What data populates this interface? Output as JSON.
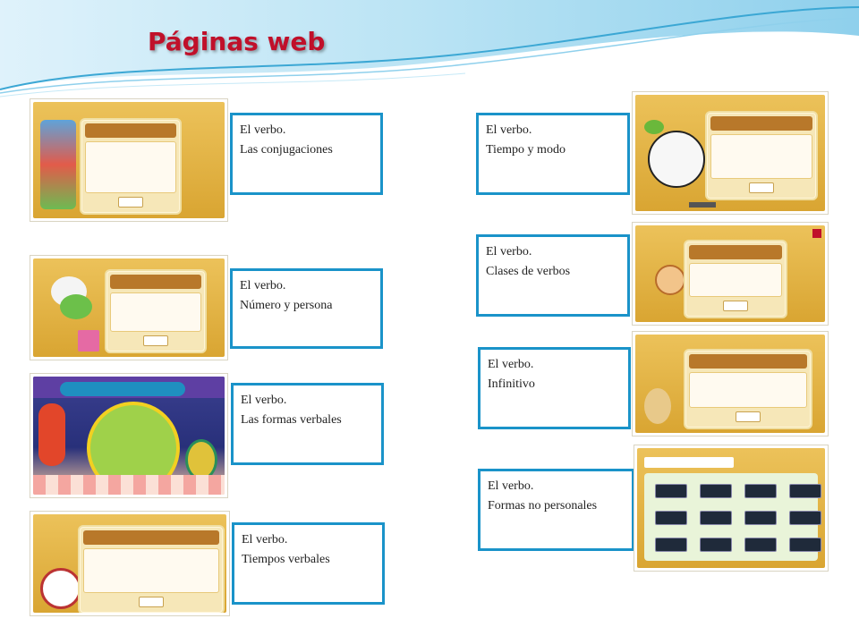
{
  "title": "Páginas web",
  "accent_color": "#1a93c9",
  "title_color": "#c0102a",
  "left_column": [
    {
      "line1": "El verbo.",
      "line2": "Las conjugaciones"
    },
    {
      "line1": "El verbo.",
      "line2": "Número  y persona"
    },
    {
      "line1": "El verbo.",
      "line2": "Las formas verbales"
    },
    {
      "line1": "El verbo.",
      "line2": "Tiempos verbales"
    }
  ],
  "right_column": [
    {
      "line1": "El verbo.",
      "line2": "Tiempo y modo"
    },
    {
      "line1": "El verbo.",
      "line2": "Clases de verbos"
    },
    {
      "line1": "El verbo.",
      "line2": "Infinitivo"
    },
    {
      "line1": "El verbo.",
      "line2": "Formas no personales"
    }
  ]
}
